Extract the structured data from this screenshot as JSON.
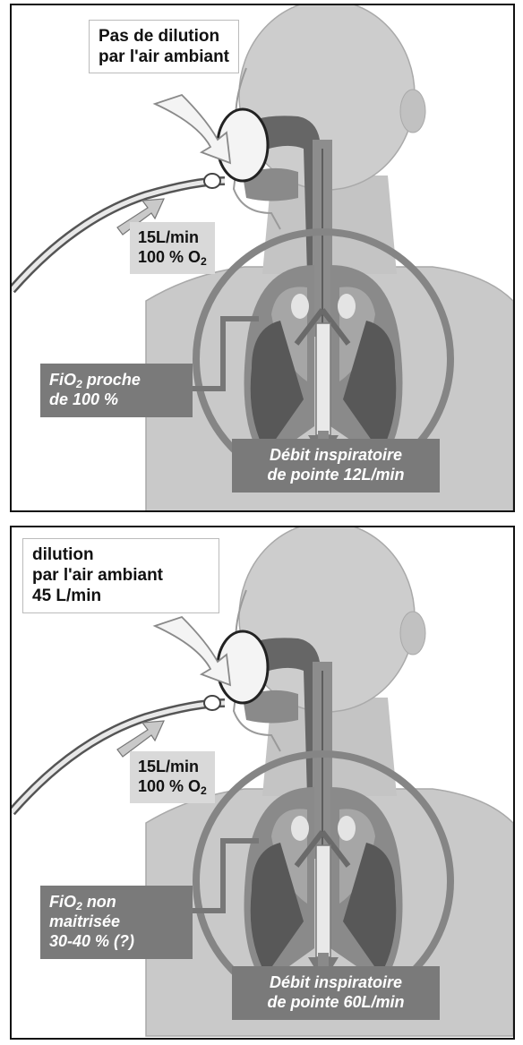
{
  "top": {
    "no_dilution_line1": "Pas de dilution",
    "no_dilution_line2": "par l'air ambiant",
    "flow_line1": "15L/min",
    "flow_line2_prefix": "100 % O",
    "flow_line2_sub": "2",
    "fio2_prefix": "FiO",
    "fio2_sub": "2",
    "fio2_suffix": " proche",
    "fio2_line2": "de 100 %",
    "peak_line1": "Débit inspiratoire",
    "peak_line2": "de pointe 12L/min"
  },
  "bottom": {
    "dilution_line1": "dilution",
    "dilution_line2": "par l'air ambiant",
    "dilution_line3": "45 L/min",
    "flow_line1": "15L/min",
    "flow_line2_prefix": "100 % O",
    "flow_line2_sub": "2",
    "fio2_prefix": "FiO",
    "fio2_sub": "2",
    "fio2_suffix": " non",
    "fio2_line2": "maitrisée",
    "fio2_line3": "30-40 % (?)",
    "peak_line1": "Débit inspiratoire",
    "peak_line2": "de pointe 60L/min"
  }
}
